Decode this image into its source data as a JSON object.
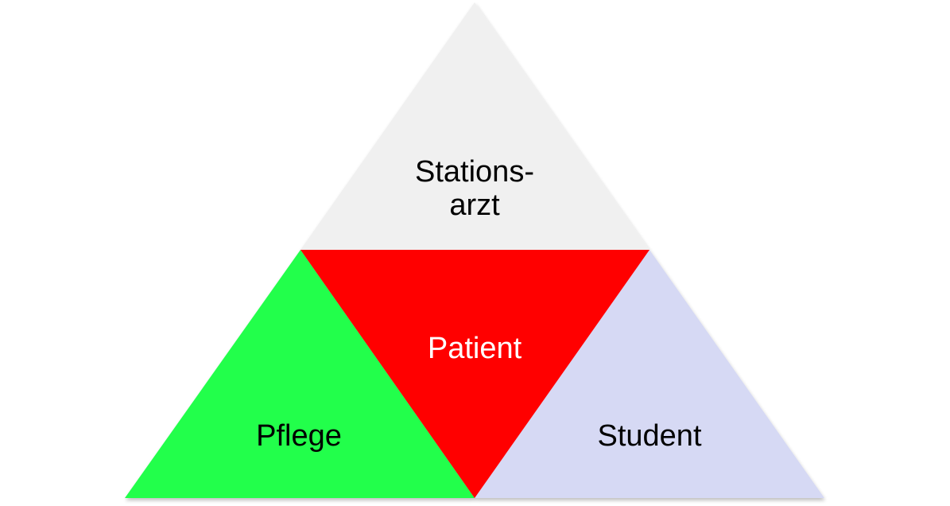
{
  "diagram": {
    "segments": {
      "top": {
        "lines": [
          "Stations-",
          "arzt"
        ],
        "color": "#f0f0f0",
        "text_color": "#000000"
      },
      "center": {
        "label": "Patient",
        "color": "#ff0000",
        "text_color": "#ffffff"
      },
      "left": {
        "label": "Pflege",
        "color": "#22ff4c",
        "text_color": "#000000"
      },
      "right": {
        "label": "Student",
        "color": "#d6d9f4",
        "text_color": "#000000"
      }
    }
  }
}
